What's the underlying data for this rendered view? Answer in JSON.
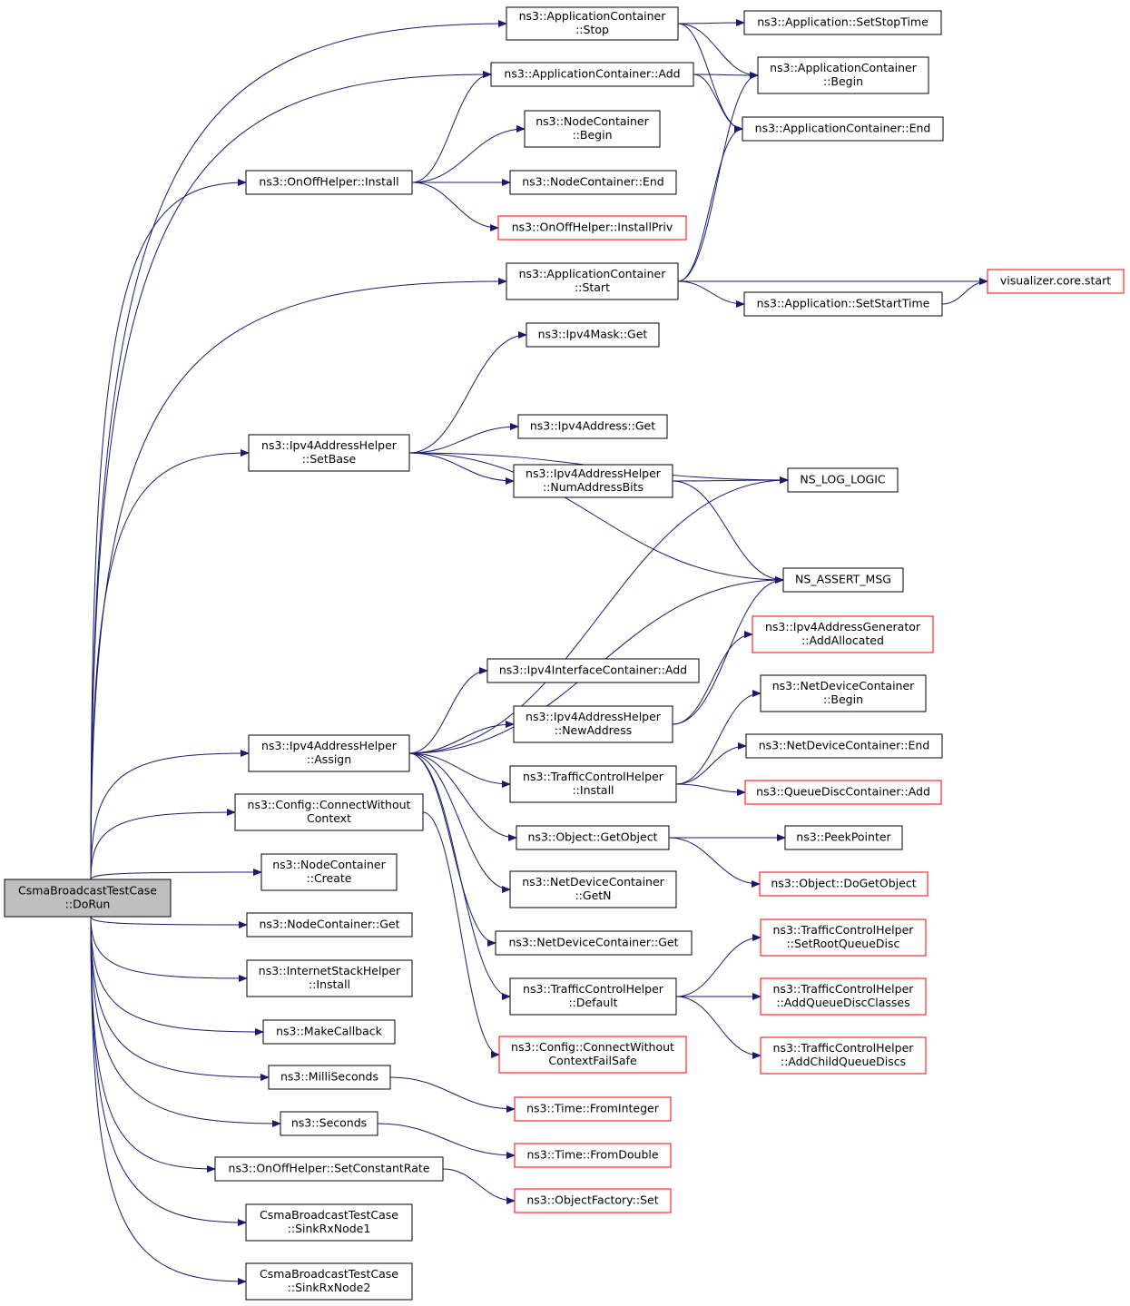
{
  "graph": {
    "colors": {
      "edge": "#191970",
      "border": "#000000",
      "red_border": "#ff0000",
      "root_fill": "#bfbfbf"
    },
    "nodes": [
      {
        "id": "root",
        "lines": [
          "CsmaBroadcastTestCase",
          "::DoRun"
        ],
        "style": "root"
      },
      {
        "id": "app_stop",
        "lines": [
          "ns3::ApplicationContainer",
          "::Stop"
        ]
      },
      {
        "id": "app_setstoptime",
        "lines": [
          "ns3::Application::SetStopTime"
        ]
      },
      {
        "id": "app_add",
        "lines": [
          "ns3::ApplicationContainer::Add"
        ]
      },
      {
        "id": "app_begin",
        "lines": [
          "ns3::ApplicationContainer",
          "::Begin"
        ]
      },
      {
        "id": "app_end",
        "lines": [
          "ns3::ApplicationContainer::End"
        ]
      },
      {
        "id": "nc_begin",
        "lines": [
          "ns3::NodeContainer",
          "::Begin"
        ]
      },
      {
        "id": "onoff_install",
        "lines": [
          "ns3::OnOffHelper::Install"
        ]
      },
      {
        "id": "nc_end",
        "lines": [
          "ns3::NodeContainer::End"
        ]
      },
      {
        "id": "onoff_installpriv",
        "lines": [
          "ns3::OnOffHelper::InstallPriv"
        ],
        "style": "red"
      },
      {
        "id": "app_start",
        "lines": [
          "ns3::ApplicationContainer",
          "::Start"
        ]
      },
      {
        "id": "viz_start",
        "lines": [
          "visualizer.core.start"
        ],
        "style": "red"
      },
      {
        "id": "app_setstarttime",
        "lines": [
          "ns3::Application::SetStartTime"
        ]
      },
      {
        "id": "mask_get",
        "lines": [
          "ns3::Ipv4Mask::Get"
        ]
      },
      {
        "id": "addr_get",
        "lines": [
          "ns3::Ipv4Address::Get"
        ]
      },
      {
        "id": "setbase",
        "lines": [
          "ns3::Ipv4AddressHelper",
          "::SetBase"
        ]
      },
      {
        "id": "numaddrbits",
        "lines": [
          "ns3::Ipv4AddressHelper",
          "::NumAddressBits"
        ]
      },
      {
        "id": "ns_log_logic",
        "lines": [
          "NS_LOG_LOGIC"
        ]
      },
      {
        "id": "ns_assert_msg",
        "lines": [
          "NS_ASSERT_MSG"
        ]
      },
      {
        "id": "addrgen_alloc",
        "lines": [
          "ns3::Ipv4AddressGenerator",
          "::AddAllocated"
        ],
        "style": "red"
      },
      {
        "id": "ifc_add",
        "lines": [
          "ns3::Ipv4InterfaceContainer::Add"
        ]
      },
      {
        "id": "ndc_begin",
        "lines": [
          "ns3::NetDeviceContainer",
          "::Begin"
        ]
      },
      {
        "id": "newaddress",
        "lines": [
          "ns3::Ipv4AddressHelper",
          "::NewAddress"
        ]
      },
      {
        "id": "assign",
        "lines": [
          "ns3::Ipv4AddressHelper",
          "::Assign"
        ]
      },
      {
        "id": "ndc_end",
        "lines": [
          "ns3::NetDeviceContainer::End"
        ]
      },
      {
        "id": "tch_install",
        "lines": [
          "ns3::TrafficControlHelper",
          "::Install"
        ]
      },
      {
        "id": "qdc_add",
        "lines": [
          "ns3::QueueDiscContainer::Add"
        ],
        "style": "red"
      },
      {
        "id": "config_connect",
        "lines": [
          "ns3::Config::ConnectWithout",
          "Context"
        ]
      },
      {
        "id": "obj_getobject",
        "lines": [
          "ns3::Object::GetObject"
        ]
      },
      {
        "id": "peekpointer",
        "lines": [
          "ns3::PeekPointer"
        ]
      },
      {
        "id": "nc_create",
        "lines": [
          "ns3::NodeContainer",
          "::Create"
        ]
      },
      {
        "id": "obj_dogetobject",
        "lines": [
          "ns3::Object::DoGetObject"
        ],
        "style": "red"
      },
      {
        "id": "ndc_getn",
        "lines": [
          "ns3::NetDeviceContainer",
          "::GetN"
        ]
      },
      {
        "id": "nc_get",
        "lines": [
          "ns3::NodeContainer::Get"
        ]
      },
      {
        "id": "ndc_get",
        "lines": [
          "ns3::NetDeviceContainer::Get"
        ]
      },
      {
        "id": "tch_setroot",
        "lines": [
          "ns3::TrafficControlHelper",
          "::SetRootQueueDisc"
        ],
        "style": "red"
      },
      {
        "id": "ish_install",
        "lines": [
          "ns3::InternetStackHelper",
          "::Install"
        ]
      },
      {
        "id": "tch_default",
        "lines": [
          "ns3::TrafficControlHelper",
          "::Default"
        ]
      },
      {
        "id": "tch_addqdc",
        "lines": [
          "ns3::TrafficControlHelper",
          "::AddQueueDiscClasses"
        ],
        "style": "red"
      },
      {
        "id": "makecallback",
        "lines": [
          "ns3::MakeCallback"
        ]
      },
      {
        "id": "config_connect_fs",
        "lines": [
          "ns3::Config::ConnectWithout",
          "ContextFailSafe"
        ],
        "style": "red"
      },
      {
        "id": "tch_addchild",
        "lines": [
          "ns3::TrafficControlHelper",
          "::AddChildQueueDiscs"
        ],
        "style": "red"
      },
      {
        "id": "milliseconds",
        "lines": [
          "ns3::MilliSeconds"
        ]
      },
      {
        "id": "time_frominteger",
        "lines": [
          "ns3::Time::FromInteger"
        ],
        "style": "red"
      },
      {
        "id": "seconds",
        "lines": [
          "ns3::Seconds"
        ]
      },
      {
        "id": "time_fromdouble",
        "lines": [
          "ns3::Time::FromDouble"
        ],
        "style": "red"
      },
      {
        "id": "setconstantrate",
        "lines": [
          "ns3::OnOffHelper::SetConstantRate"
        ]
      },
      {
        "id": "objfactory_set",
        "lines": [
          "ns3::ObjectFactory::Set"
        ],
        "style": "red"
      },
      {
        "id": "sinkrx1",
        "lines": [
          "CsmaBroadcastTestCase",
          "::SinkRxNode1"
        ]
      },
      {
        "id": "sinkrx2",
        "lines": [
          "CsmaBroadcastTestCase",
          "::SinkRxNode2"
        ]
      }
    ],
    "edges": [
      [
        "root",
        "app_stop"
      ],
      [
        "root",
        "app_add"
      ],
      [
        "root",
        "onoff_install"
      ],
      [
        "root",
        "app_start"
      ],
      [
        "root",
        "setbase"
      ],
      [
        "root",
        "assign"
      ],
      [
        "root",
        "config_connect"
      ],
      [
        "root",
        "nc_create"
      ],
      [
        "root",
        "nc_get"
      ],
      [
        "root",
        "ish_install"
      ],
      [
        "root",
        "makecallback"
      ],
      [
        "root",
        "milliseconds"
      ],
      [
        "root",
        "seconds"
      ],
      [
        "root",
        "setconstantrate"
      ],
      [
        "root",
        "sinkrx1"
      ],
      [
        "root",
        "sinkrx2"
      ],
      [
        "app_stop",
        "app_setstoptime"
      ],
      [
        "app_stop",
        "app_begin"
      ],
      [
        "app_stop",
        "app_end"
      ],
      [
        "app_add",
        "app_begin"
      ],
      [
        "app_add",
        "app_end"
      ],
      [
        "onoff_install",
        "app_add"
      ],
      [
        "onoff_install",
        "nc_begin"
      ],
      [
        "onoff_install",
        "nc_end"
      ],
      [
        "onoff_install",
        "onoff_installpriv"
      ],
      [
        "app_start",
        "app_begin"
      ],
      [
        "app_start",
        "app_end"
      ],
      [
        "app_start",
        "viz_start"
      ],
      [
        "app_start",
        "app_setstarttime"
      ],
      [
        "app_setstarttime",
        "viz_start"
      ],
      [
        "setbase",
        "mask_get"
      ],
      [
        "setbase",
        "ns_log_logic"
      ],
      [
        "setbase",
        "addr_get"
      ],
      [
        "setbase",
        "numaddrbits"
      ],
      [
        "setbase",
        "ns_assert_msg"
      ],
      [
        "numaddrbits",
        "ns_log_logic"
      ],
      [
        "numaddrbits",
        "ns_assert_msg"
      ],
      [
        "assign",
        "ns_log_logic"
      ],
      [
        "assign",
        "ns_assert_msg"
      ],
      [
        "assign",
        "ifc_add"
      ],
      [
        "assign",
        "newaddress"
      ],
      [
        "assign",
        "tch_install"
      ],
      [
        "assign",
        "obj_getobject"
      ],
      [
        "assign",
        "ndc_getn"
      ],
      [
        "assign",
        "ndc_get"
      ],
      [
        "assign",
        "tch_default"
      ],
      [
        "newaddress",
        "ns_assert_msg"
      ],
      [
        "newaddress",
        "addrgen_alloc"
      ],
      [
        "tch_install",
        "ndc_begin"
      ],
      [
        "tch_install",
        "ndc_end"
      ],
      [
        "tch_install",
        "qdc_add"
      ],
      [
        "obj_getobject",
        "peekpointer"
      ],
      [
        "obj_getobject",
        "obj_dogetobject"
      ],
      [
        "tch_default",
        "tch_setroot"
      ],
      [
        "tch_default",
        "tch_addqdc"
      ],
      [
        "tch_default",
        "tch_addchild"
      ],
      [
        "config_connect",
        "config_connect_fs"
      ],
      [
        "milliseconds",
        "time_frominteger"
      ],
      [
        "seconds",
        "time_fromdouble"
      ],
      [
        "setconstantrate",
        "objfactory_set"
      ]
    ]
  }
}
